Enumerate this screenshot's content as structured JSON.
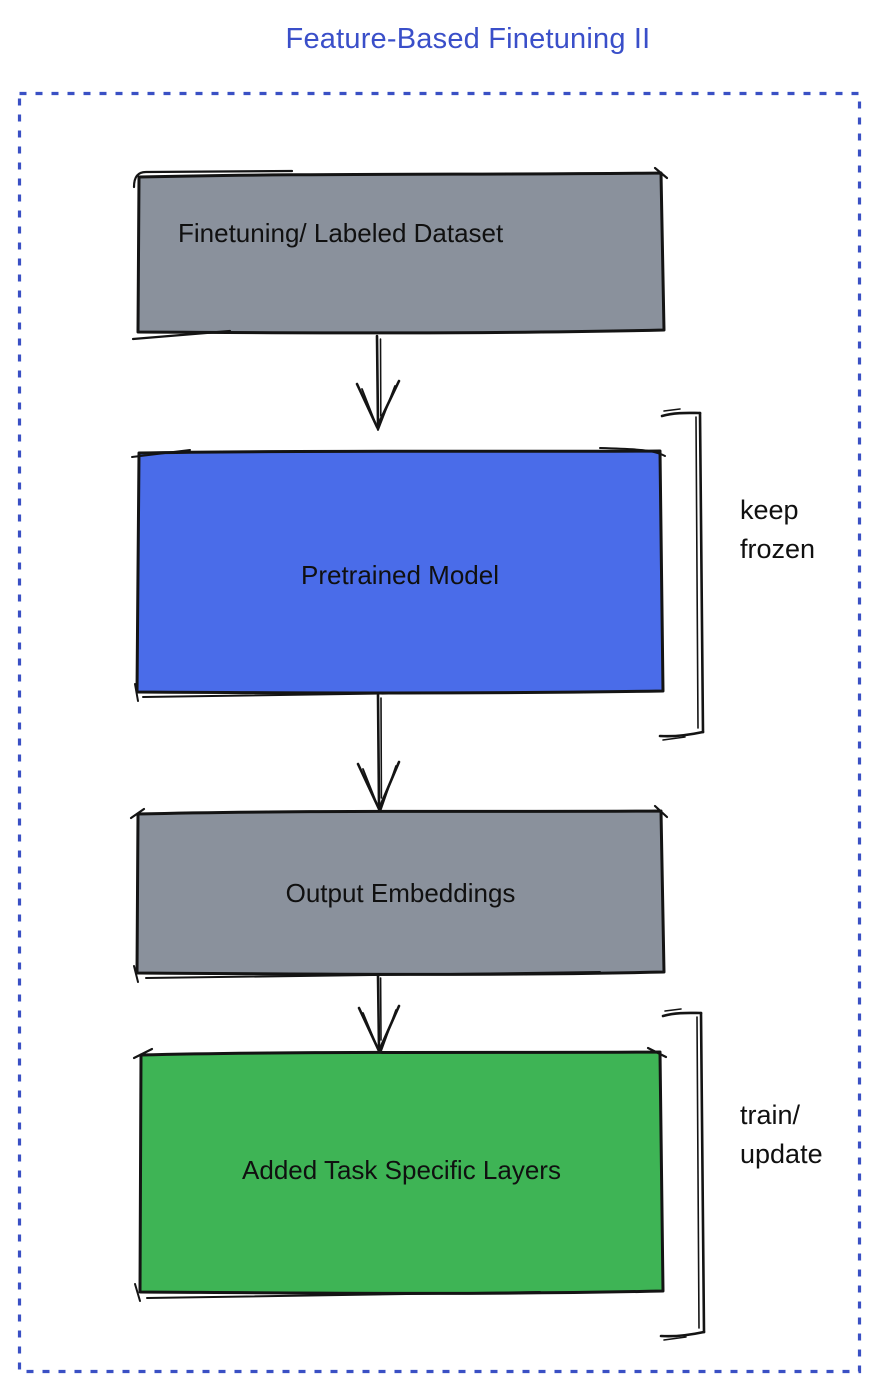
{
  "title": {
    "text": "Feature-Based Finetuning II"
  },
  "colors": {
    "accent_blue": "#3a4fc9",
    "frame_blue": "#3a50c4",
    "box_gray": "#8a919c",
    "box_blue": "#4a6ce9",
    "box_green": "#3eb455",
    "ink": "#141414"
  },
  "flow": {
    "boxes": [
      {
        "label": "Finetuning/ Labeled Dataset"
      },
      {
        "label": "Pretrained Model"
      },
      {
        "label": "Output Embeddings"
      },
      {
        "label": "Added Task Specific Layers"
      }
    ],
    "annotations": [
      {
        "label": "keep\nfrozen"
      },
      {
        "label": "train/\nupdate"
      }
    ]
  }
}
